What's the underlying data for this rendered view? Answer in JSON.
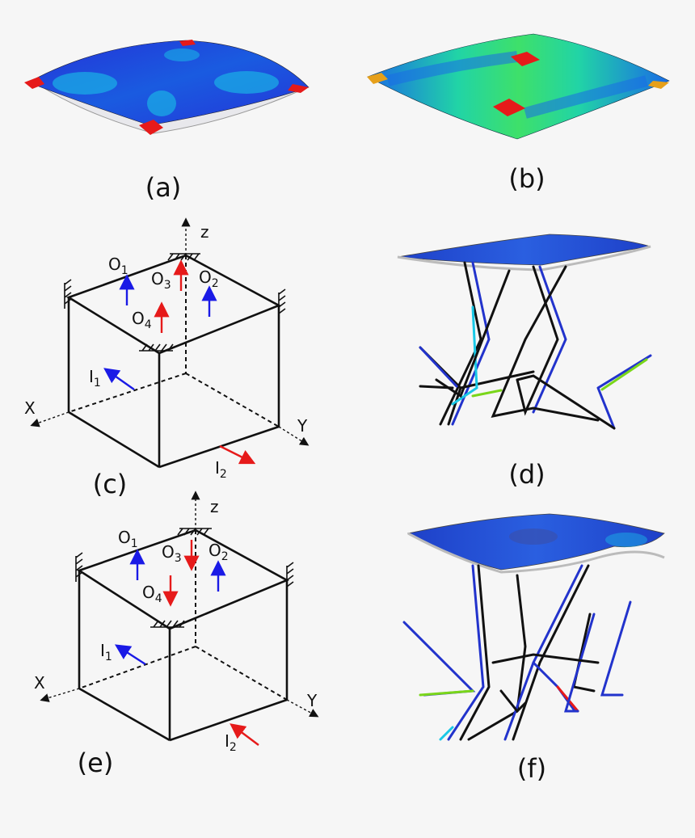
{
  "captions": {
    "a": "(a)",
    "b": "(b)",
    "c": "(c)",
    "d": "(d)",
    "e": "(e)",
    "f": "(f)"
  },
  "panel_c": {
    "axes": {
      "x": "X",
      "y": "Y",
      "z": "z"
    },
    "ports": [
      {
        "base": "O",
        "sub": "1"
      },
      {
        "base": "O",
        "sub": "2"
      },
      {
        "base": "O",
        "sub": "3"
      },
      {
        "base": "O",
        "sub": "4"
      },
      {
        "base": "I",
        "sub": "1"
      },
      {
        "base": "I",
        "sub": "2"
      }
    ]
  },
  "panel_e": {
    "axes": {
      "x": "X",
      "y": "Y",
      "z": "z"
    },
    "ports": [
      {
        "base": "O",
        "sub": "1"
      },
      {
        "base": "O",
        "sub": "2"
      },
      {
        "base": "O",
        "sub": "3"
      },
      {
        "base": "O",
        "sub": "4"
      },
      {
        "base": "I",
        "sub": "1"
      },
      {
        "base": "I",
        "sub": "2"
      }
    ]
  },
  "colors": {
    "input_arrow": "#1a1ae6",
    "output_arrow": "#e61a1a",
    "stress_low": "#1f2fd6",
    "stress_mid": "#19c8e6",
    "stress_high": "#e61a1a"
  }
}
